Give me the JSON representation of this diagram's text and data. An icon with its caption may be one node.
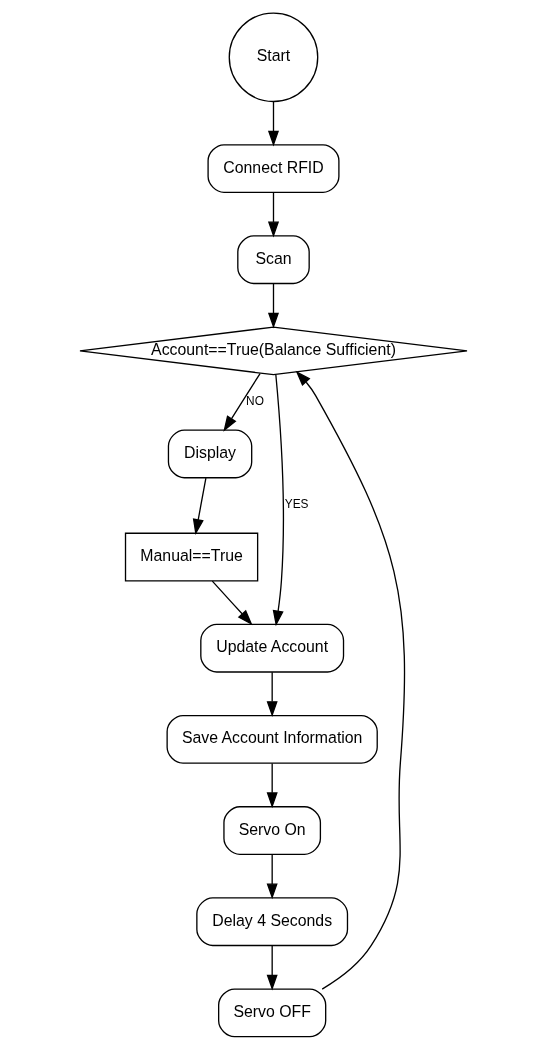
{
  "diagram": {
    "nodes": [
      {
        "text": [
          "Start"
        ]
      },
      {
        "text": [
          "Connect RFID"
        ]
      },
      {
        "text": [
          "Scan"
        ]
      },
      {
        "text": [
          "Account==True(Balance Sufficient)"
        ]
      },
      {
        "text": [
          "Display"
        ]
      },
      {
        "text": [
          "Manual==True"
        ]
      },
      {
        "text": [
          "Update Account"
        ]
      },
      {
        "text": [
          "Save Account Information"
        ]
      },
      {
        "text": [
          "Servo On"
        ]
      },
      {
        "text": [
          "Delay 4 Seconds"
        ]
      },
      {
        "text": [
          "Servo OFF"
        ]
      }
    ],
    "edges": [
      {
        "from": 0,
        "to": 1,
        "arrow": "to"
      },
      {
        "from": 1,
        "to": 2,
        "arrow": "to"
      },
      {
        "from": 2,
        "to": 3,
        "arrow": "to"
      },
      {
        "from": 3,
        "to": 4,
        "arrow": "to",
        "label": "NO"
      },
      {
        "from": 4,
        "to": 5,
        "arrow": "to"
      },
      {
        "from": 3,
        "to": 6,
        "arrow": "to",
        "label": "YES"
      },
      {
        "from": 5,
        "to": 6,
        "arrow": "to"
      },
      {
        "from": 6,
        "to": 7,
        "arrow": "to"
      },
      {
        "from": 7,
        "to": 8,
        "arrow": "to"
      },
      {
        "from": 8,
        "to": 9,
        "arrow": "to"
      },
      {
        "from": 9,
        "to": 10,
        "arrow": "to"
      },
      {
        "from": 10,
        "to": 3,
        "arrow": "to"
      }
    ]
  }
}
